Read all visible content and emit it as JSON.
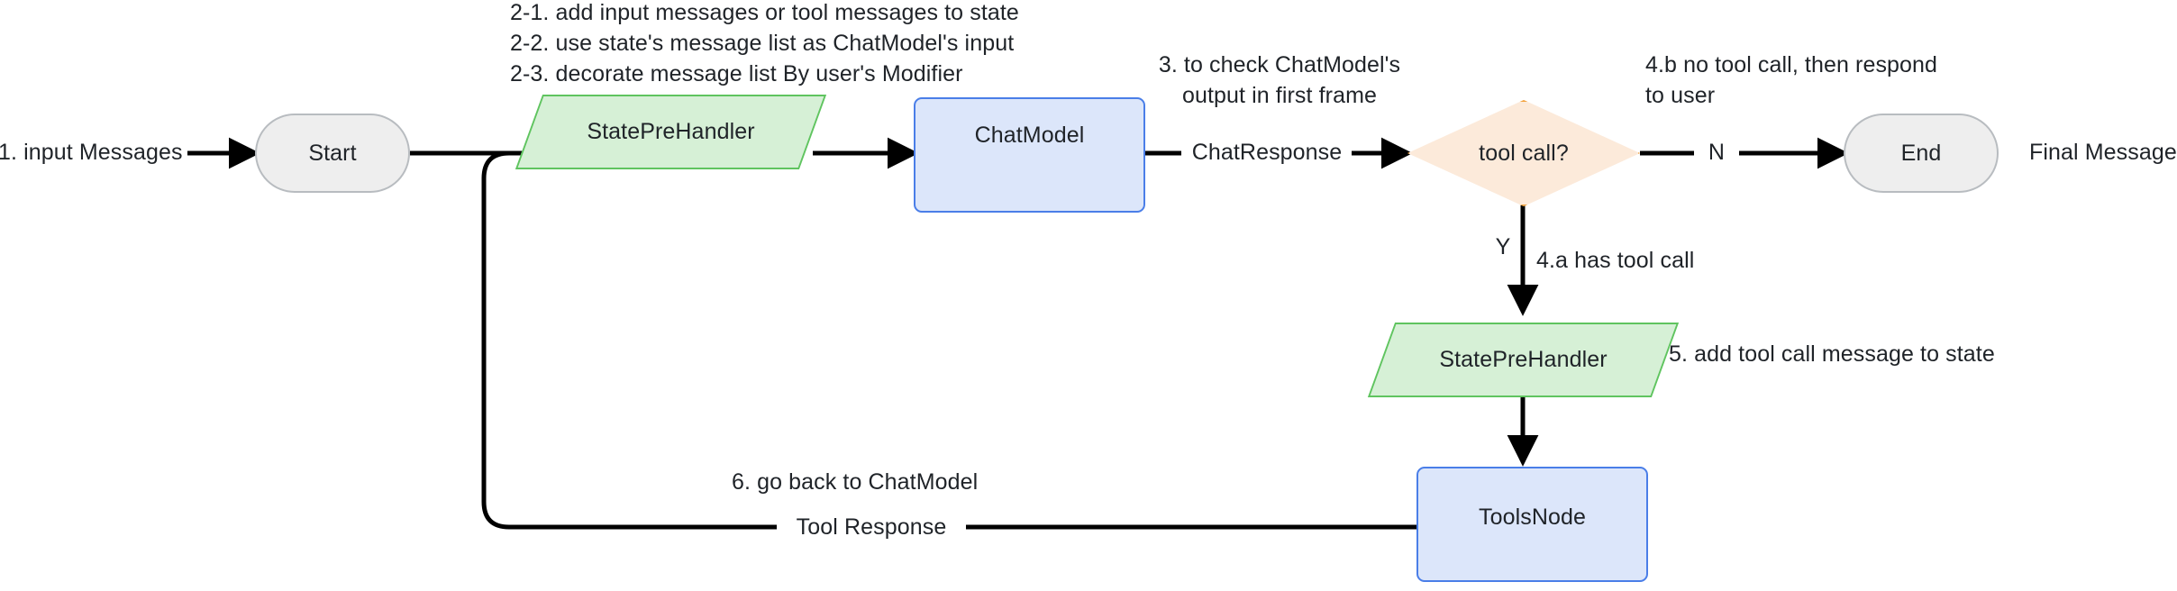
{
  "diagram": {
    "title": "Agent graph flow with tool calling loop",
    "colors": {
      "terminator_fill": "#eeeeee",
      "terminator_stroke": "#b8bcc0",
      "process_fill": "#dce6fa",
      "process_stroke": "#4a7ee8",
      "handler_fill": "#d6f0d6",
      "handler_stroke": "#5fc45f",
      "decision_fill": "#fceada",
      "decision_stroke": "#f2a23c",
      "edge_stroke": "#000000",
      "text": "#1f2328"
    },
    "nodes": {
      "start": {
        "label": "Start",
        "shape": "terminator"
      },
      "state_pre_handler_top": {
        "label": "StatePreHandler",
        "shape": "parallelogram"
      },
      "chat_model": {
        "label": "ChatModel",
        "shape": "process"
      },
      "tool_call_decision": {
        "label": "tool call?",
        "shape": "diamond"
      },
      "end": {
        "label": "End",
        "shape": "terminator"
      },
      "state_pre_handler_bottom": {
        "label": "StatePreHandler",
        "shape": "parallelogram"
      },
      "tools_node": {
        "label": "ToolsNode",
        "shape": "process"
      }
    },
    "edge_labels": {
      "input_messages": "1. input Messages",
      "chat_response": "ChatResponse",
      "branch_no": "N",
      "branch_yes": "Y",
      "final_message": "Final Message",
      "tool_response": "Tool Response"
    },
    "annotations": {
      "step2_line1": "2-1. add input messages or tool messages to state",
      "step2_line2": "2-2. use state's message list as ChatModel's input",
      "step2_line3": "2-3. decorate message list By user's Modifier",
      "step3_line1": "3. to check ChatModel's",
      "step3_line2": "output in first frame",
      "step4b_line1": "4.b no tool call, then respond",
      "step4b_line2": "to user",
      "step4a": "4.a has tool call",
      "step5": "5. add tool call message to state",
      "step6": "6. go back to ChatModel"
    }
  }
}
